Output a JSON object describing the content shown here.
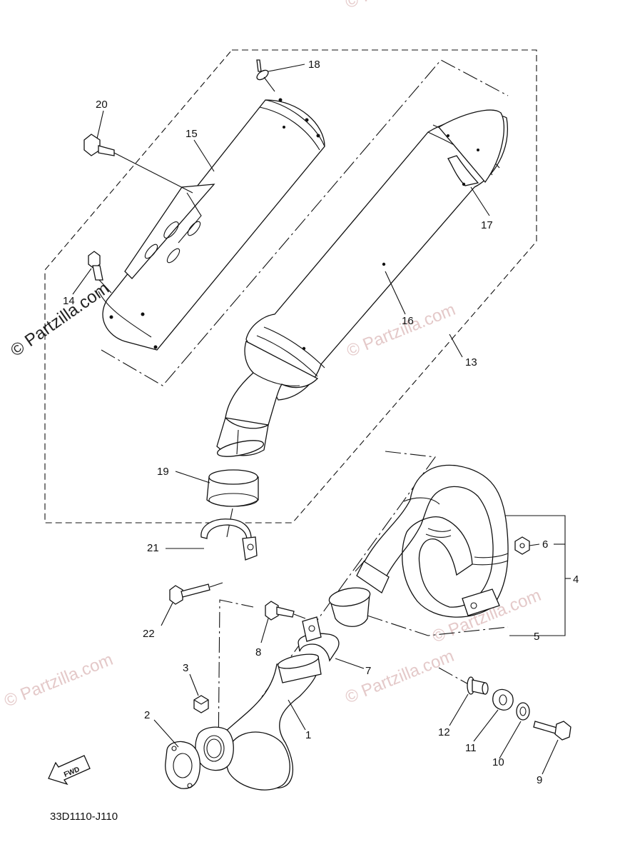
{
  "diagram": {
    "drawing_code": "33D1110-J110",
    "direction_label": "FWD",
    "watermarks": [
      "© Partzilla.com",
      "© Partzilla.com",
      "© Partzilla.com",
      "© Partzilla.com",
      "© Partzilla.com",
      "© Partzilla.com",
      "© Partzilla.com"
    ],
    "callouts": [
      {
        "id": "1",
        "label": "1"
      },
      {
        "id": "2",
        "label": "2"
      },
      {
        "id": "3",
        "label": "3"
      },
      {
        "id": "4",
        "label": "4"
      },
      {
        "id": "5",
        "label": "5"
      },
      {
        "id": "6",
        "label": "6"
      },
      {
        "id": "7",
        "label": "7"
      },
      {
        "id": "8",
        "label": "8"
      },
      {
        "id": "9",
        "label": "9"
      },
      {
        "id": "10",
        "label": "10"
      },
      {
        "id": "11",
        "label": "11"
      },
      {
        "id": "12",
        "label": "12"
      },
      {
        "id": "13",
        "label": "13"
      },
      {
        "id": "14",
        "label": "14"
      },
      {
        "id": "15",
        "label": "15"
      },
      {
        "id": "16",
        "label": "16"
      },
      {
        "id": "17",
        "label": "17"
      },
      {
        "id": "18",
        "label": "18"
      },
      {
        "id": "19",
        "label": "19"
      },
      {
        "id": "20",
        "label": "20"
      },
      {
        "id": "21",
        "label": "21"
      },
      {
        "id": "22",
        "label": "22"
      }
    ]
  }
}
